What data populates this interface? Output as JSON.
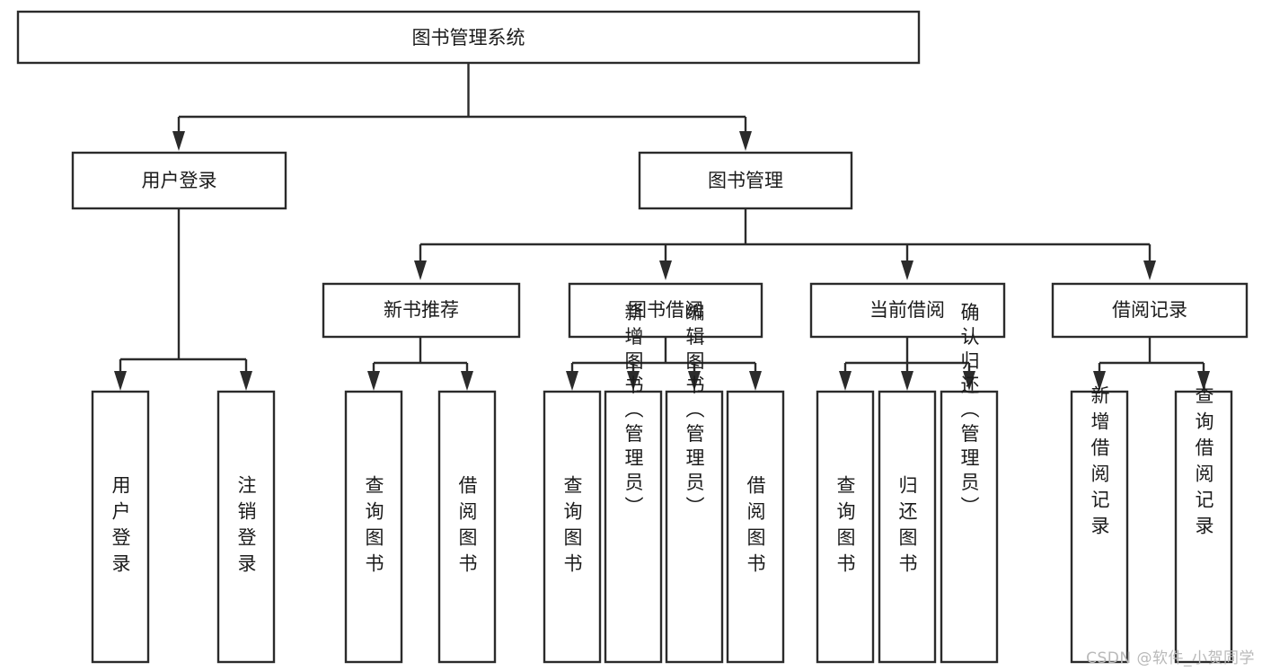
{
  "diagram": {
    "type": "tree-hierarchy-chart",
    "title": "图书管理系统",
    "colors": {
      "box_fill": "#ffffff",
      "box_stroke": "#2b2b2b",
      "text": "#1b1b1b",
      "background": "#ffffff",
      "watermark": "#b9b9b9"
    },
    "levels": {
      "level0": [
        {
          "id": "root",
          "label": "图书管理系统",
          "orientation": "horizontal"
        }
      ],
      "level1": [
        {
          "id": "user-login",
          "label": "用户登录",
          "orientation": "horizontal"
        },
        {
          "id": "book-manage",
          "label": "图书管理",
          "orientation": "horizontal"
        }
      ],
      "level2": [
        {
          "id": "new-book-rec",
          "label": "新书推荐",
          "orientation": "horizontal"
        },
        {
          "id": "book-borrow",
          "label": "图书借阅",
          "orientation": "horizontal"
        },
        {
          "id": "current-borrow",
          "label": "当前借阅",
          "orientation": "horizontal"
        },
        {
          "id": "borrow-record",
          "label": "借阅记录",
          "orientation": "horizontal"
        }
      ],
      "level3": [
        {
          "id": "leaf-user-login",
          "label": "用户登录",
          "orientation": "vertical",
          "parent": "user-login"
        },
        {
          "id": "leaf-logout",
          "label": "注销登录",
          "orientation": "vertical",
          "parent": "user-login"
        },
        {
          "id": "leaf-query-book-1",
          "label": "查询图书",
          "orientation": "vertical",
          "parent": "new-book-rec"
        },
        {
          "id": "leaf-borrow-book-1",
          "label": "借阅图书",
          "orientation": "vertical",
          "parent": "new-book-rec"
        },
        {
          "id": "leaf-query-book-2",
          "label": "查询图书",
          "orientation": "vertical",
          "parent": "book-borrow"
        },
        {
          "id": "leaf-add-book",
          "label": "新增图书（管理员）",
          "orientation": "vertical",
          "parent": "book-borrow"
        },
        {
          "id": "leaf-edit-book",
          "label": "编辑图书（管理员）",
          "orientation": "vertical",
          "parent": "book-borrow"
        },
        {
          "id": "leaf-borrow-book-2",
          "label": "借阅图书",
          "orientation": "vertical",
          "parent": "book-borrow"
        },
        {
          "id": "leaf-query-book-3",
          "label": "查询图书",
          "orientation": "vertical",
          "parent": "current-borrow"
        },
        {
          "id": "leaf-return-book",
          "label": "归还图书",
          "orientation": "vertical",
          "parent": "current-borrow"
        },
        {
          "id": "leaf-confirm-return",
          "label": "确认归还（管理员）",
          "orientation": "vertical",
          "parent": "current-borrow"
        },
        {
          "id": "leaf-add-record",
          "label": "新增借阅记录",
          "orientation": "vertical",
          "parent": "borrow-record"
        },
        {
          "id": "leaf-query-record",
          "label": "查询借阅记录",
          "orientation": "vertical",
          "parent": "borrow-record"
        }
      ]
    }
  },
  "watermark": {
    "text": "CSDN @软件_小贺同学"
  }
}
